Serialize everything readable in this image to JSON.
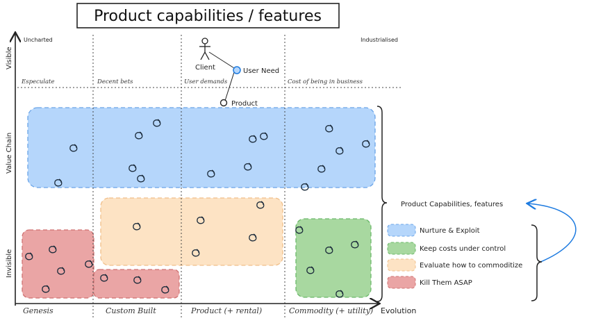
{
  "title": "Product capabilities / features",
  "axes": {
    "y_top": "Visible",
    "y_mid": "Value Chain",
    "y_bottom": "Invisible",
    "x_end": "Evolution"
  },
  "corners": {
    "left": "Uncharted",
    "right": "Industrialised"
  },
  "stages": [
    "Genesis",
    "Custom Built",
    "Product (+ rental)",
    "Commodity (+ utility)"
  ],
  "stage_subtitles": [
    "Especulate",
    "Decent bets",
    "User demands",
    "Cost of being in business"
  ],
  "components": {
    "client": "Client",
    "user_need": "User Need",
    "product": "Product"
  },
  "brace_label": "Product Capabilities, features",
  "legend": [
    {
      "label": "Nurture & Exploit",
      "color": "#b5d6fb"
    },
    {
      "label": "Keep costs under control",
      "color": "#a8d8a0"
    },
    {
      "label": "Evaluate how to commoditize",
      "color": "#fde3c4"
    },
    {
      "label": "Kill Them ASAP",
      "color": "#eaa5a5"
    }
  ],
  "colors": {
    "nurture_fill": "#b5d6fb",
    "nurture_stroke": "#6aa4e8",
    "keep_fill": "#a8d8a0",
    "keep_stroke": "#6bb86a",
    "evaluate_fill": "#fde3c4",
    "evaluate_stroke": "#f0bf8a",
    "kill_fill": "#eaa5a5",
    "kill_stroke": "#cf7272",
    "arrow": "#1e7be0"
  }
}
